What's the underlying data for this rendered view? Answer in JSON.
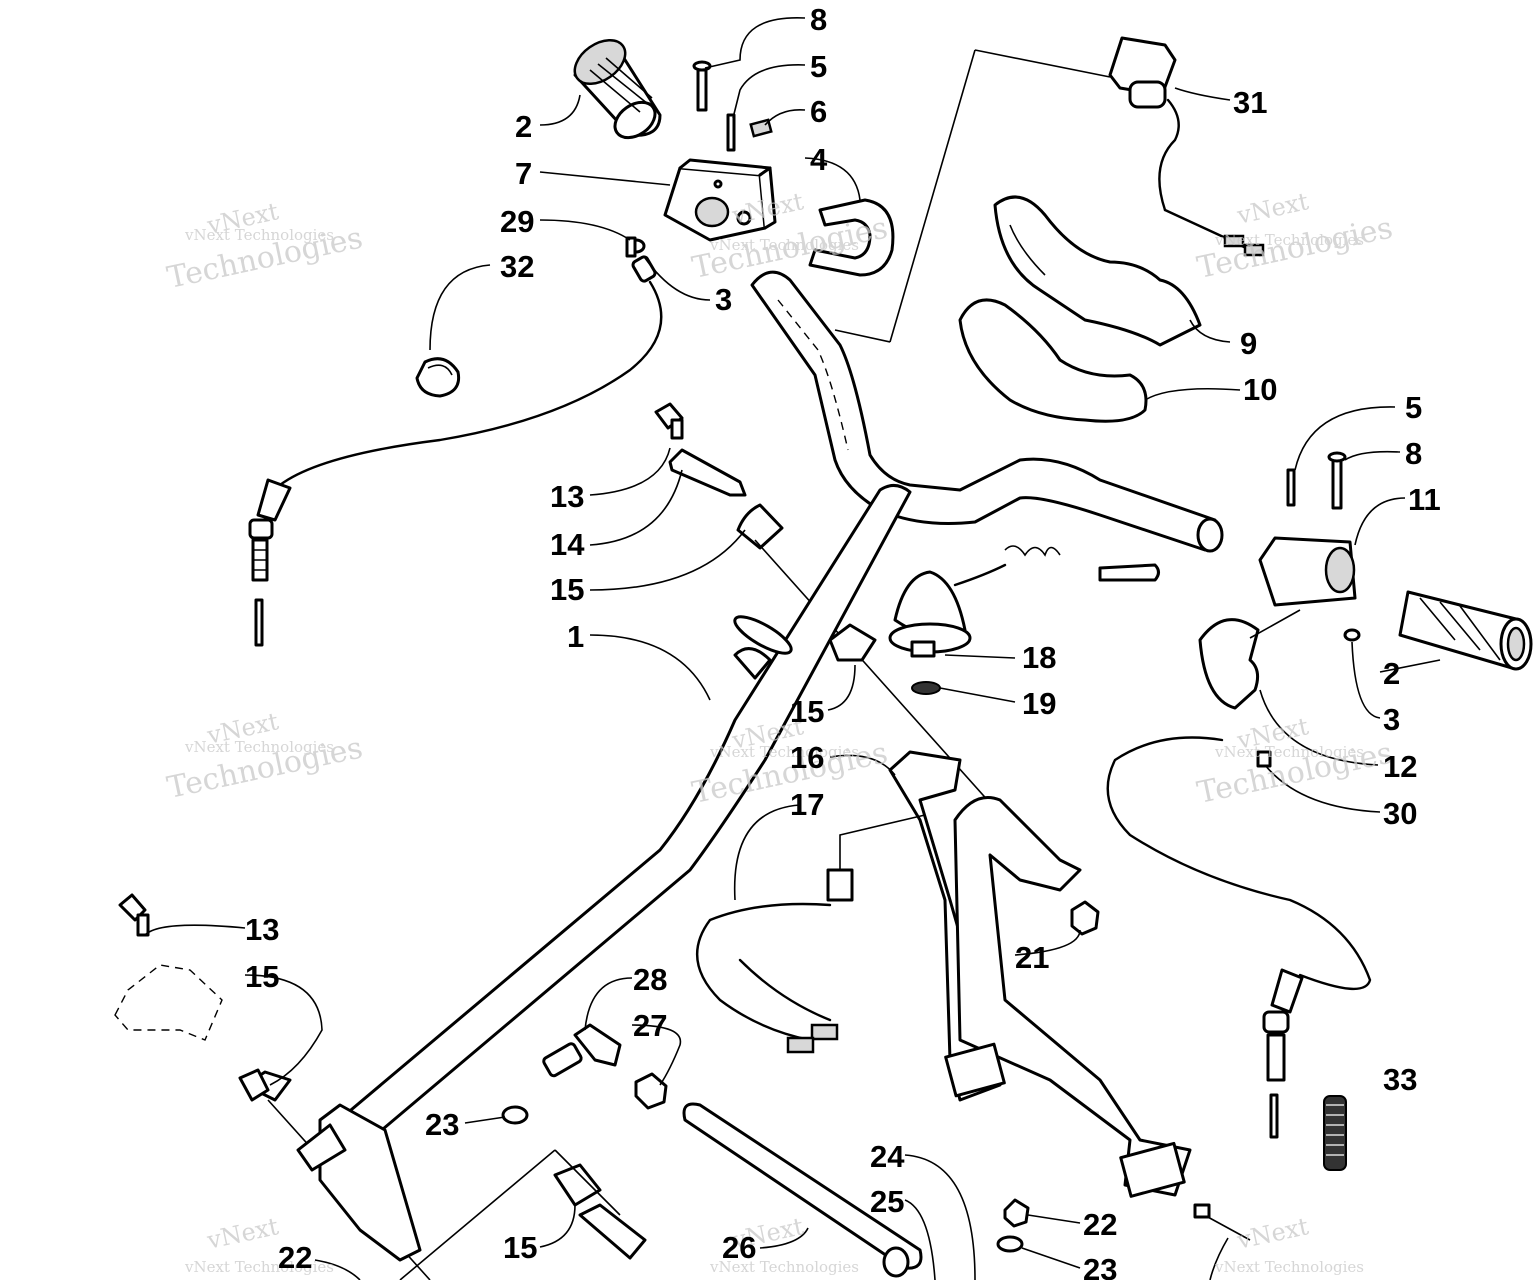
{
  "watermark": {
    "line1": "vNext",
    "line2": "Technologies",
    "line3": "vNext Technologies"
  },
  "callouts": [
    {
      "id": "c8a",
      "text": "8"
    },
    {
      "id": "c5a",
      "text": "5"
    },
    {
      "id": "c6",
      "text": "6"
    },
    {
      "id": "c4",
      "text": "4"
    },
    {
      "id": "c2a",
      "text": "2"
    },
    {
      "id": "c7",
      "text": "7"
    },
    {
      "id": "c29",
      "text": "29"
    },
    {
      "id": "c32",
      "text": "32"
    },
    {
      "id": "c3a",
      "text": "3"
    },
    {
      "id": "c31",
      "text": "31"
    },
    {
      "id": "c9",
      "text": "9"
    },
    {
      "id": "c10",
      "text": "10"
    },
    {
      "id": "c5b",
      "text": "5"
    },
    {
      "id": "c8b",
      "text": "8"
    },
    {
      "id": "c11",
      "text": "11"
    },
    {
      "id": "c2b",
      "text": "2"
    },
    {
      "id": "c3b",
      "text": "3"
    },
    {
      "id": "c12",
      "text": "12"
    },
    {
      "id": "c30",
      "text": "30"
    },
    {
      "id": "c13a",
      "text": "13"
    },
    {
      "id": "c14a",
      "text": "14"
    },
    {
      "id": "c15a",
      "text": "15"
    },
    {
      "id": "c1",
      "text": "1"
    },
    {
      "id": "c15b",
      "text": "15"
    },
    {
      "id": "c16",
      "text": "16"
    },
    {
      "id": "c17",
      "text": "17"
    },
    {
      "id": "c18",
      "text": "18"
    },
    {
      "id": "c19",
      "text": "19"
    },
    {
      "id": "c21",
      "text": "21"
    },
    {
      "id": "c13b",
      "text": "13"
    },
    {
      "id": "c15c",
      "text": "15"
    },
    {
      "id": "c28",
      "text": "28"
    },
    {
      "id": "c27",
      "text": "27"
    },
    {
      "id": "c23a",
      "text": "23"
    },
    {
      "id": "c33",
      "text": "33"
    },
    {
      "id": "c24",
      "text": "24"
    },
    {
      "id": "c25",
      "text": "25"
    },
    {
      "id": "c22a",
      "text": "22"
    },
    {
      "id": "c23b",
      "text": "23"
    },
    {
      "id": "c15d",
      "text": "15"
    },
    {
      "id": "c26",
      "text": "26"
    },
    {
      "id": "c22b",
      "text": "22"
    }
  ]
}
